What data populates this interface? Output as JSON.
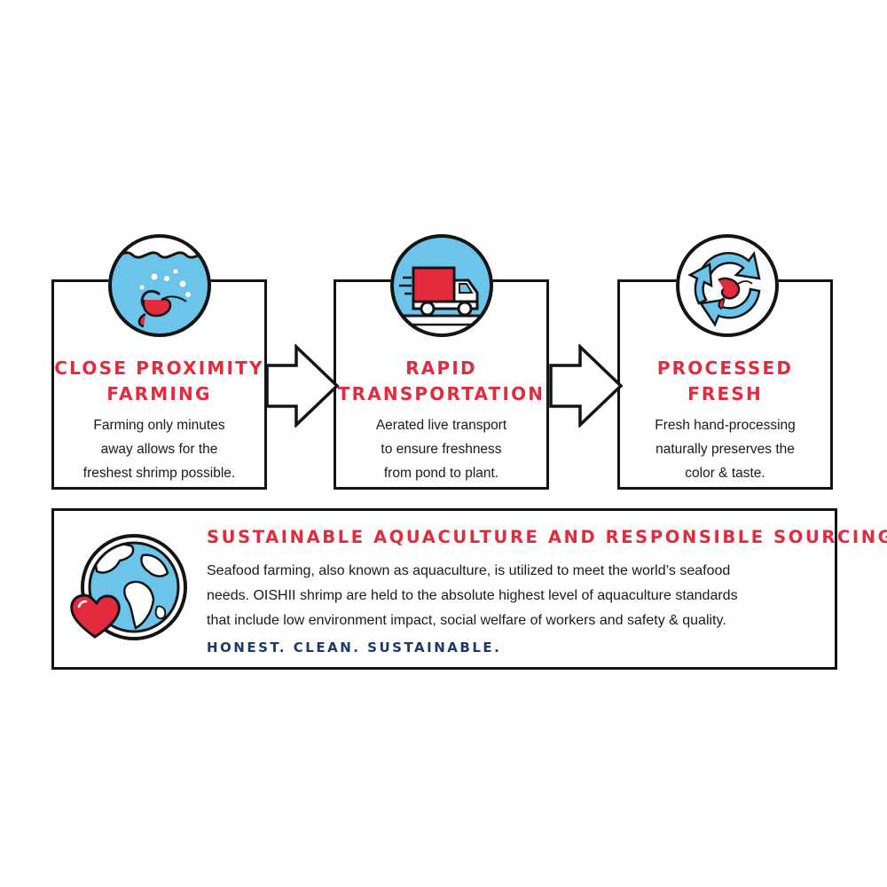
{
  "steps": [
    {
      "title_line1": "CLOSE PROXIMITY",
      "title_line2": "FARMING",
      "body_lines": [
        "Farming only minutes",
        "away allows for the",
        "freshest shrimp possible."
      ],
      "icon": "shrimp-in-water-icon"
    },
    {
      "title_line1": "RAPID",
      "title_line2": "TRANSPORTATION",
      "body_lines": [
        "Aerated live transport",
        "to ensure freshness",
        "from pond to plant."
      ],
      "icon": "delivery-truck-icon"
    },
    {
      "title_line1": "PROCESSED",
      "title_line2": "FRESH",
      "body_lines": [
        "Fresh hand-processing",
        "naturally preserves the",
        "color & taste."
      ],
      "icon": "recycle-shrimp-icon"
    }
  ],
  "sustainability": {
    "title": "SUSTAINABLE AQUACULTURE AND RESPONSIBLE SOURCING",
    "body_lines": [
      "Seafood farming, also known as aquaculture, is utilized to meet the world’s seafood",
      "needs. OISHII shrimp are held to the absolute highest level of aquaculture standards",
      "that include low environment impact, social welfare of workers and safety & quality."
    ],
    "tagline": "HONEST. CLEAN. SUSTAINABLE.",
    "icon": "globe-heart-icon"
  },
  "colors": {
    "accent_red": "#e32b3d",
    "navy": "#1c3a66",
    "water_blue": "#6cc4ea",
    "outline": "#141414"
  }
}
